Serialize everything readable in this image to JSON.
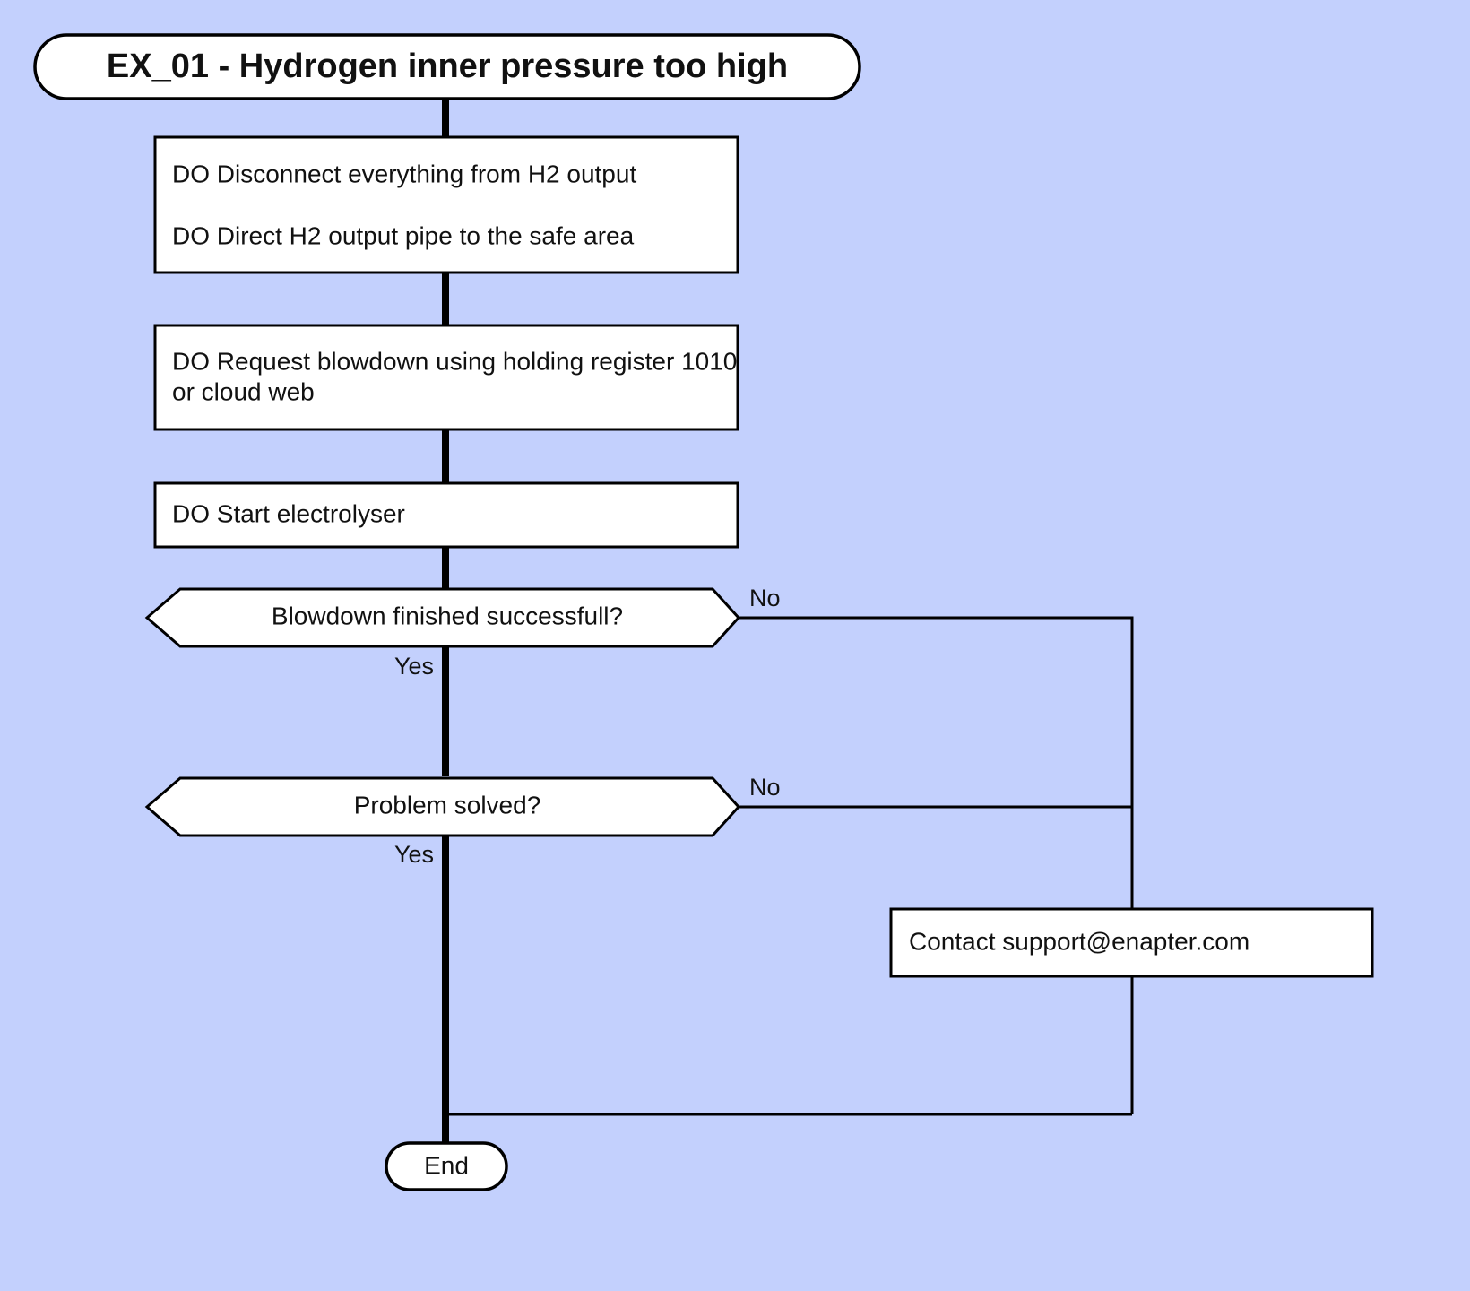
{
  "diagram": {
    "title": "EX_01 - Hydrogen inner pressure too high",
    "background_color": "#c3d0fd",
    "node_fill": "#ffffff",
    "stroke_color": "#000000"
  },
  "nodes": {
    "start": {
      "id": "start",
      "shape": "stadium",
      "label": "EX_01 - Hydrogen inner pressure too high"
    },
    "step1": {
      "id": "step1",
      "shape": "rectangle",
      "line1": "DO Disconnect everything from H2 output",
      "line2": "DO Direct H2 output pipe to the safe area"
    },
    "step2": {
      "id": "step2",
      "shape": "rectangle",
      "line1": "DO Request blowdown using holding register 1010",
      "line2": "or cloud web"
    },
    "step3": {
      "id": "step3",
      "shape": "rectangle",
      "label": "DO Start electrolyser"
    },
    "decision1": {
      "id": "decision1",
      "shape": "hexagon",
      "label": "Blowdown finished successfull?"
    },
    "decision2": {
      "id": "decision2",
      "shape": "hexagon",
      "label": "Problem solved?"
    },
    "contact": {
      "id": "contact",
      "shape": "rectangle",
      "label": "Contact support@enapter.com"
    },
    "end": {
      "id": "end",
      "shape": "stadium",
      "label": "End"
    }
  },
  "edge_labels": {
    "decision1_no": "No",
    "decision1_yes": "Yes",
    "decision2_no": "No",
    "decision2_yes": "Yes"
  }
}
